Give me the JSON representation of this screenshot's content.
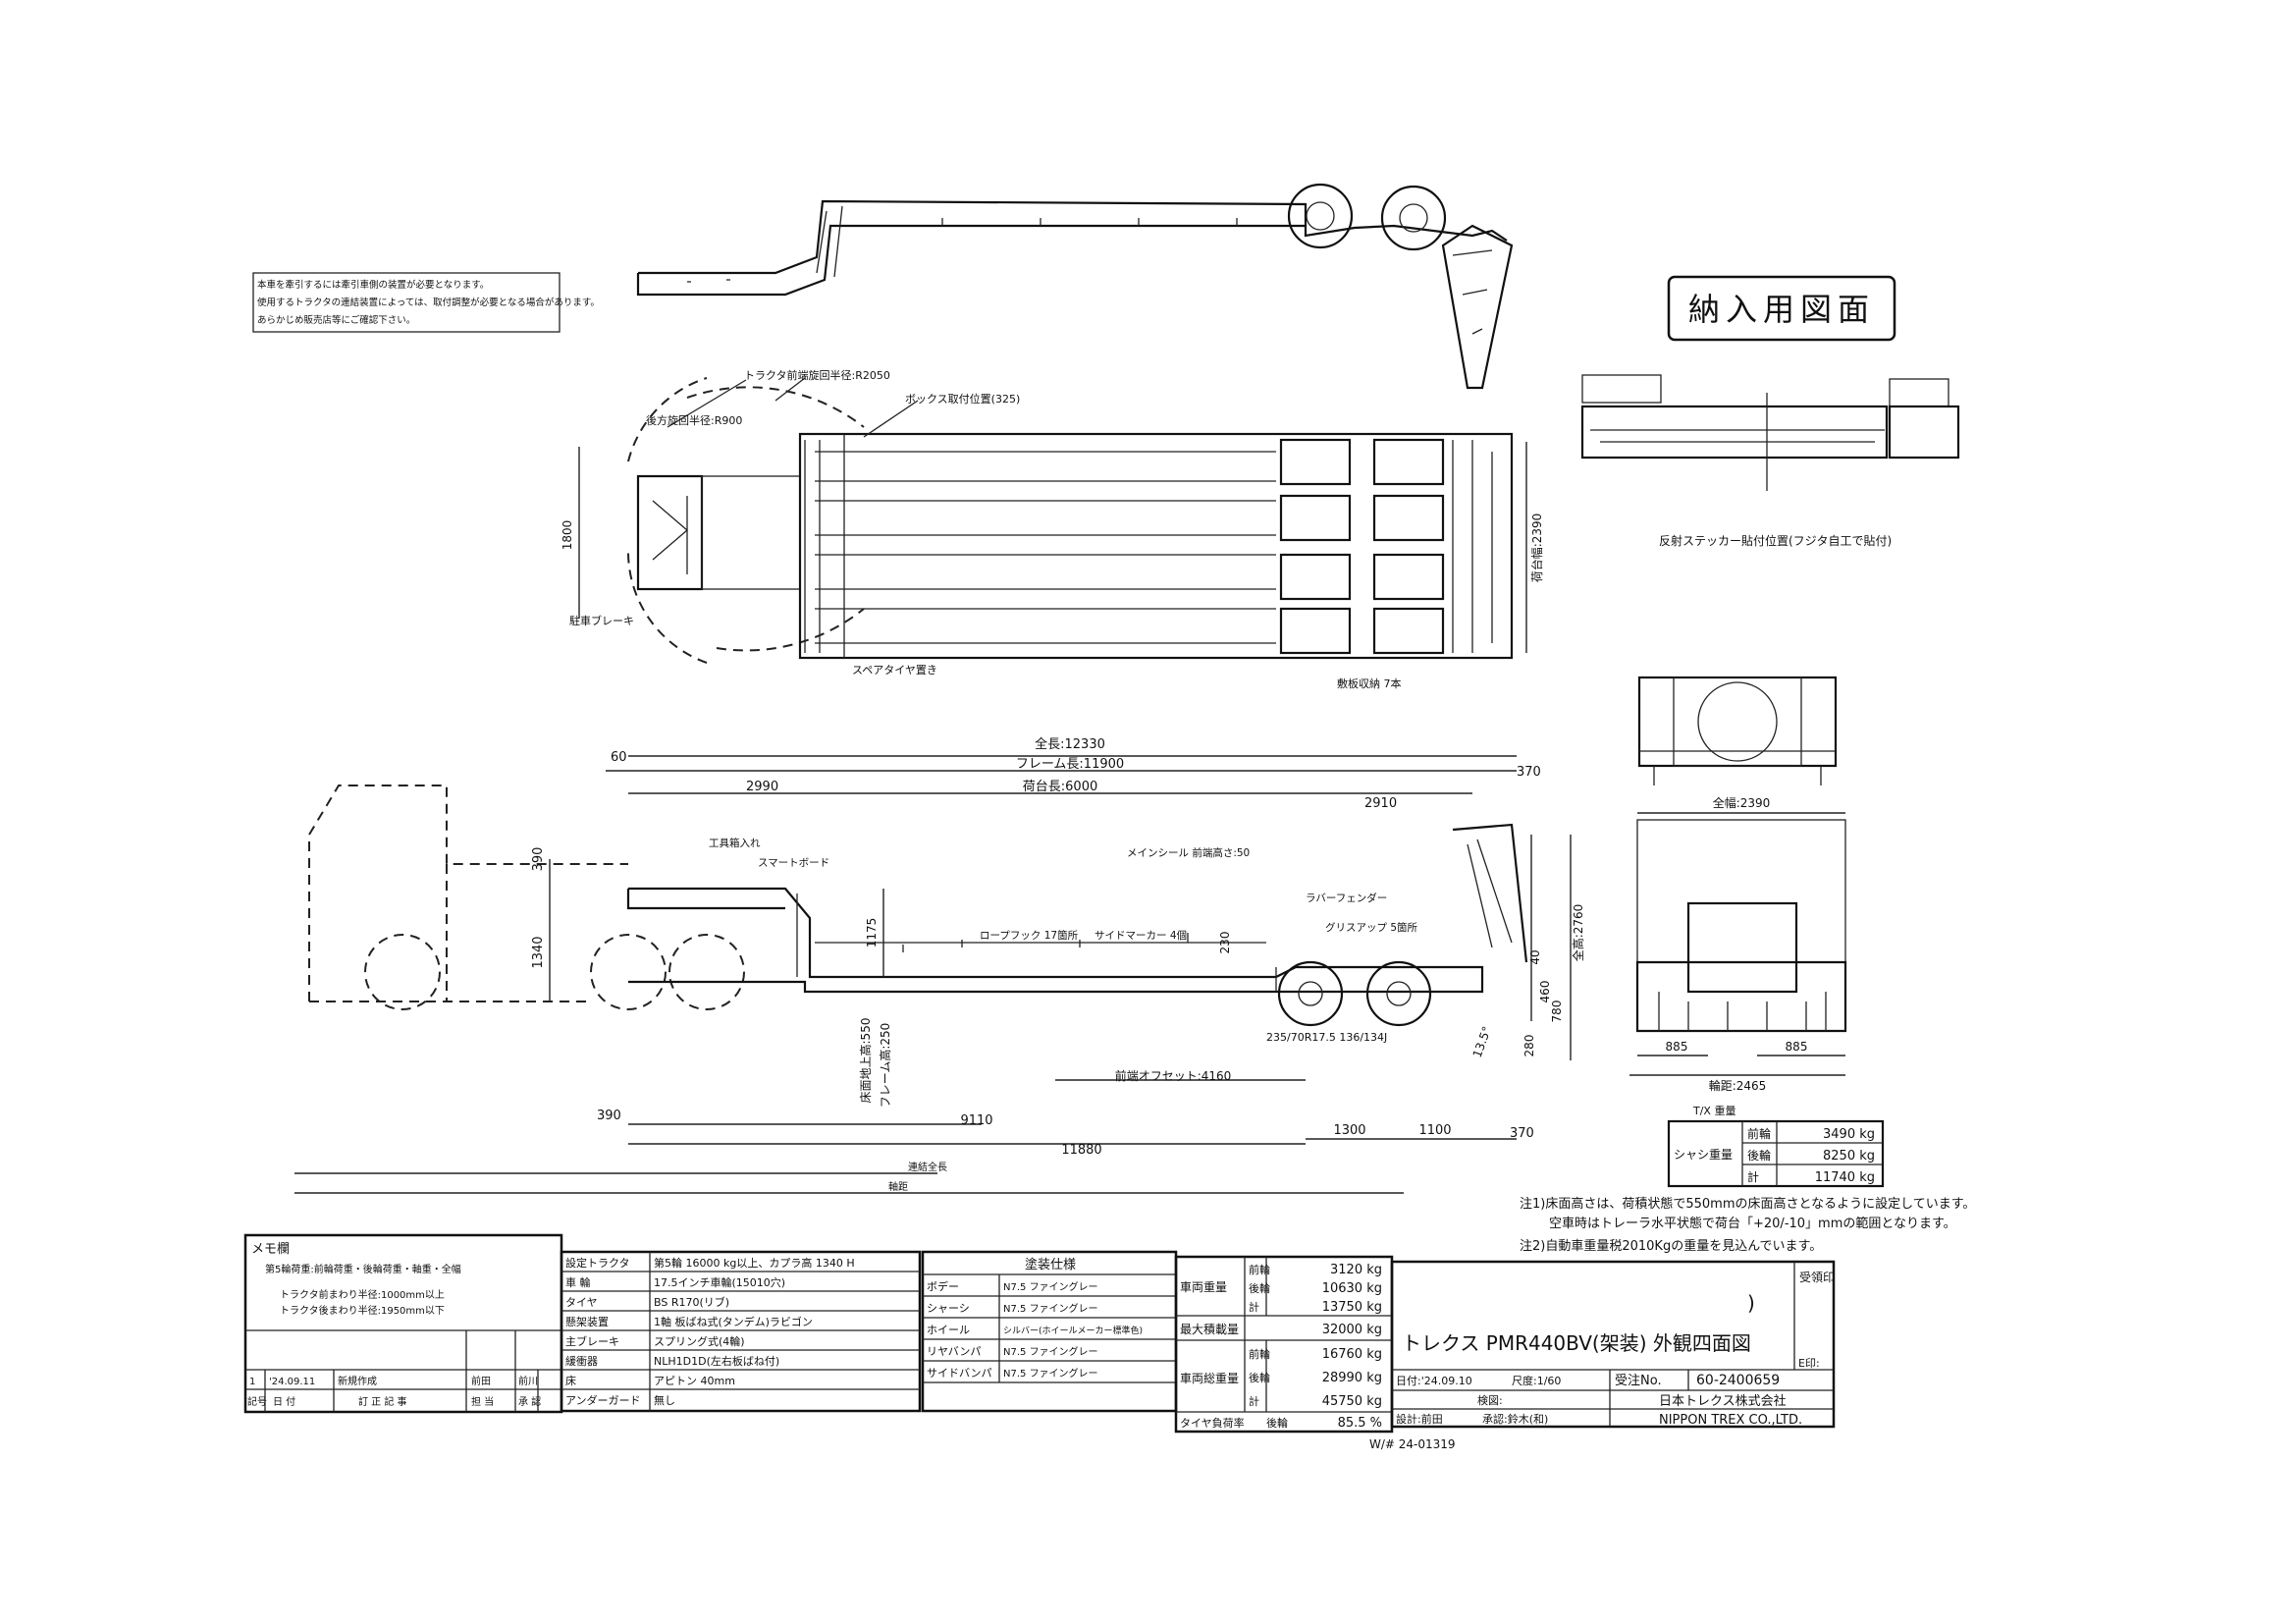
{
  "stamp": {
    "label": "納入用図面"
  },
  "notice_box": {
    "lines": [
      "本車を牽引するには牽引車側の装置が必要となります。",
      "使用するトラクタの連結装置によっては、取付調整が必要となる場合があります。",
      "あらかじめ販売店等にご確認下さい。"
    ]
  },
  "top_view_labels": {
    "r_outer": "トラクタ前端旋回半径:R2050",
    "r_inner": "後方旋回半径:R900",
    "deck_stop": "ボックス取付位置(325)",
    "width_1800": "1800",
    "width_2390": "荷台幅:2390",
    "parking": "駐車ブレーキ",
    "spare": "スペアタイヤ置き",
    "deck_board": "敷板収納 7本"
  },
  "side_view_labels": {
    "overall": "全長:12330",
    "frame_len": "フレーム長:11900",
    "deck_len": "荷台長:6000",
    "d60": "60",
    "d370": "370",
    "d2990": "2990",
    "d2910": "2910",
    "d390a": "390",
    "d1340": "1340",
    "d1175": "1175",
    "d230": "230",
    "d40": "40",
    "d460": "460",
    "d780": "780",
    "d280": "280",
    "d2760": "全高:2760",
    "d13_5": "13.5°",
    "d550": "床面地上高:550",
    "d250": "フレーム高:250",
    "d390b": "390",
    "d9110": "9110",
    "d11880": "11880",
    "d1300": "1300",
    "d1100": "1100",
    "d370b": "370",
    "d4160": "前端オフセット:4160",
    "tire": "235/70R17.5 136/134J",
    "wb1": "連結全長",
    "wb2": "軸距",
    "lbl_tool": "工具箱入れ",
    "lbl_board": "スマートボード",
    "lbl_hook": "ロープフック 17箇所",
    "lbl_marker": "サイドマーカー 4個",
    "lbl_main": "メインシール 前端高さ:50",
    "lbl_fender": "ラバーフェンダー",
    "lbl_lift": "グリスアップ 5箇所"
  },
  "front_view_labels": {
    "w2390": "全幅:2390",
    "w885a": "885",
    "w885b": "885",
    "w2465": "輪距:2465"
  },
  "sticker_view": {
    "caption": "反射ステッカー貼付位置(フジタ自工で貼付)"
  },
  "chassis_weight": {
    "title": "T/X 重量",
    "label": "シャシ重量",
    "rows": [
      {
        "k": "前輪",
        "v": "3490 kg"
      },
      {
        "k": "後輪",
        "v": "8250 kg"
      },
      {
        "k": "計",
        "v": "11740 kg"
      }
    ]
  },
  "notes": [
    "注1)床面高さは、荷積状態で550mmの床面高さとなるように設定しています。",
    "空車時はトレーラ水平状態で荷台「+20/-10」mmの範囲となります。",
    "注2)自動車重量税2010Kgの重量を見込んでいます。"
  ],
  "memo": {
    "title": "メモ欄",
    "lines": [
      "第5輪荷重:前輪荷重・後輪荷重・軸重・全幅",
      "トラクタ前まわり半径:1000mm以上",
      "トラクタ後まわり半径:1950mm以下"
    ]
  },
  "revision": {
    "row": {
      "no": "1",
      "date": "'24.09.11",
      "text": "新規作成",
      "person": "前田",
      "approve": "前川"
    },
    "headers": {
      "no": "記号",
      "date": "日 付",
      "text": "訂 正 記 事",
      "person": "担 当",
      "approve": "承 認"
    }
  },
  "spec_table": {
    "rows": [
      {
        "k": "設定トラクタ",
        "v": "第5輪 16000 kg以上、カプラ高 1340 H"
      },
      {
        "k": "車 輪",
        "v": "17.5インチ車輪(15010穴)"
      },
      {
        "k": "タイヤ",
        "v": "BS R170(リブ)"
      },
      {
        "k": "懸架装置",
        "v": "1軸 板ばね式(タンデム)ラビゴン"
      },
      {
        "k": "主ブレーキ",
        "v": "スプリング式(4輪)"
      },
      {
        "k": "緩衝器",
        "v": "NLH1D1D(左右板ばね付)"
      },
      {
        "k": "床",
        "v": "アピトン 40mm"
      },
      {
        "k": "アンダーガード",
        "v": "無し"
      }
    ]
  },
  "paint": {
    "title": "塗装仕様",
    "rows": [
      {
        "k": "ボデー",
        "v": "N7.5 ファイングレー"
      },
      {
        "k": "シャーシ",
        "v": "N7.5 ファイングレー"
      },
      {
        "k": "ホイール",
        "v": "シルバー(ホイールメーカー標準色)"
      },
      {
        "k": "リヤバンパ",
        "v": "N7.5 ファイングレー"
      },
      {
        "k": "サイドバンパ",
        "v": "N7.5 ファイングレー"
      }
    ]
  },
  "weights": {
    "vehicle": {
      "label": "車両重量",
      "rows": [
        {
          "k": "前輪",
          "v": "3120 kg"
        },
        {
          "k": "後輪",
          "v": "10630 kg"
        },
        {
          "k": "計",
          "v": "13750 kg"
        }
      ]
    },
    "max_load": {
      "label": "最大積載量",
      "v": "32000 kg"
    },
    "gross": {
      "label": "車両総重量",
      "rows": [
        {
          "k": "前輪",
          "v": "16760 kg"
        },
        {
          "k": "後輪",
          "v": "28990 kg"
        },
        {
          "k": "計",
          "v": "45750 kg"
        }
      ]
    },
    "ratio": {
      "label": "タイヤ負荷率",
      "k": "後輪",
      "v": "85.5 %"
    }
  },
  "title_block": {
    "title": "トレクス PMR440BV(架装) 外観四面図",
    "receipt": "受領印",
    "date": "日付:'24.09.10",
    "scale": "尺度:1/60",
    "order_label": "受注No.",
    "order_no": "60-2400659",
    "checker": "検図:",
    "designer": "設計:前田",
    "drafter": "承認:鈴木(和)",
    "company_jp": "日本トレクス株式会社",
    "company_en": "NIPPON TREX CO.,LTD.",
    "end_label": "E印:",
    "bracket": ")",
    "wn": "W/# 24-01319"
  }
}
